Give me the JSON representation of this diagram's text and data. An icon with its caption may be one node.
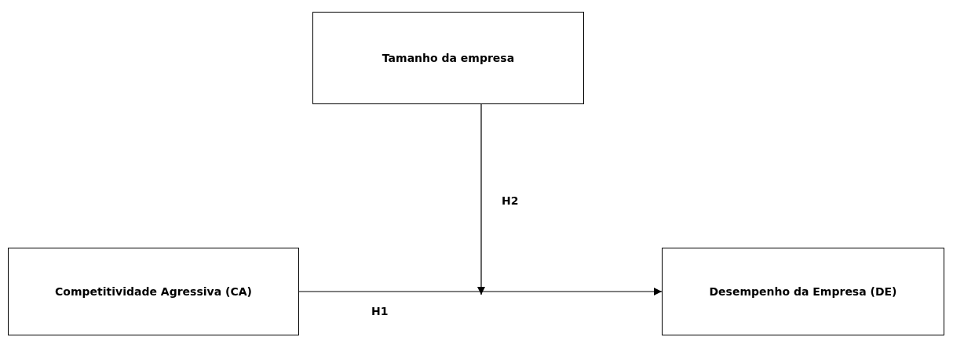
{
  "diagram": {
    "nodes": [
      {
        "text": [
          "Tamanho da empresa"
        ]
      },
      {
        "text": [
          "Competitividade Agressiva (CA)"
        ]
      },
      {
        "text": [
          "Desempenho da Empresa (DE)"
        ]
      }
    ],
    "edges": [
      {
        "from": 1,
        "to": 2,
        "arrow": "to",
        "label": "H1"
      },
      {
        "from": 0,
        "to": null,
        "arrow": "to",
        "label": "H2"
      }
    ]
  }
}
